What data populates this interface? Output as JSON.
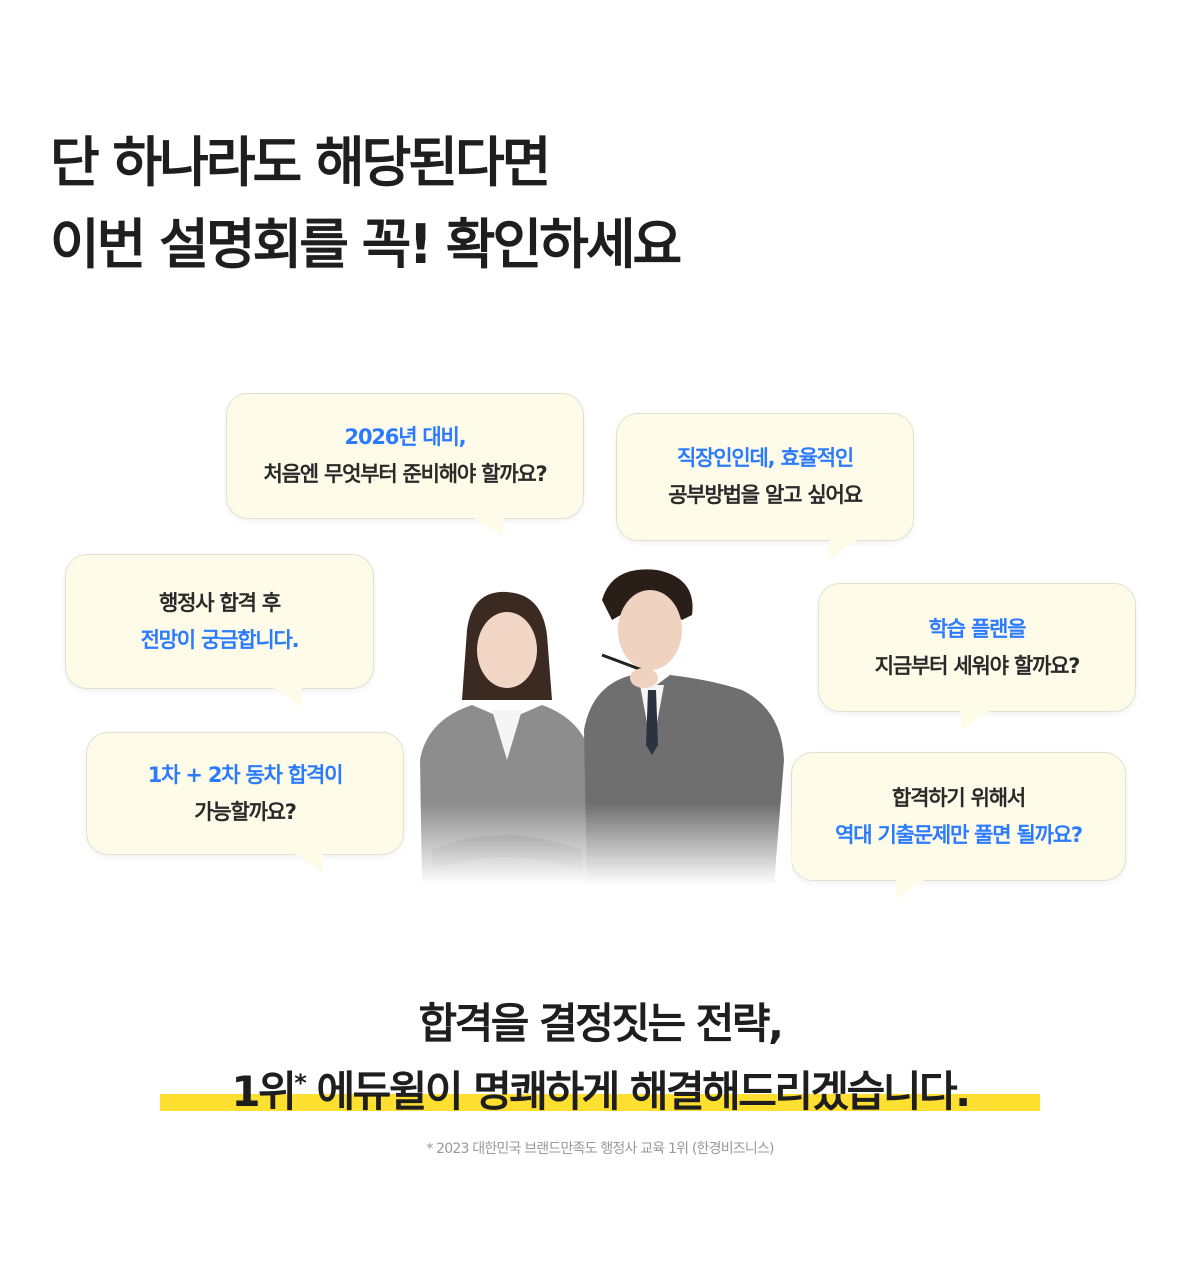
{
  "headline": {
    "line1": "단 하나라도 해당된다면",
    "line2": "이번 설명회를 꼭! 확인하세요"
  },
  "bubbles": [
    {
      "line1": "2026년 대비,",
      "line2": "처음엔 무엇부터 준비해야 할까요?"
    },
    {
      "line1": "직장인인데, 효율적인",
      "line2": "공부방법을 알고 싶어요"
    },
    {
      "line1": "행정사 합격 후",
      "line2": "전망이 궁금합니다."
    },
    {
      "line1": "학습 플랜을",
      "line2": "지금부터 세워야 할까요?"
    },
    {
      "line1": "1차 + 2차 동차 합격이",
      "line2": "가능할까요?"
    },
    {
      "line1": "합격하기 위해서",
      "line2": "역대 기출문제만 풀면 될까요?"
    }
  ],
  "closing": {
    "line1": "합격을 결정짓는 전략,",
    "line2_prefix": "1위",
    "line2_mark": "*",
    "line2_rest": " 에듀윌이 명쾌하게 해결해드리겠습니다."
  },
  "footnote": "* 2023 대한민국 브랜드만족도 행정사 교육 1위 (한경비즈니스)",
  "colors": {
    "accent": "#2b7bff",
    "highlight": "#ffe030",
    "bubble": "#fefbe8"
  }
}
